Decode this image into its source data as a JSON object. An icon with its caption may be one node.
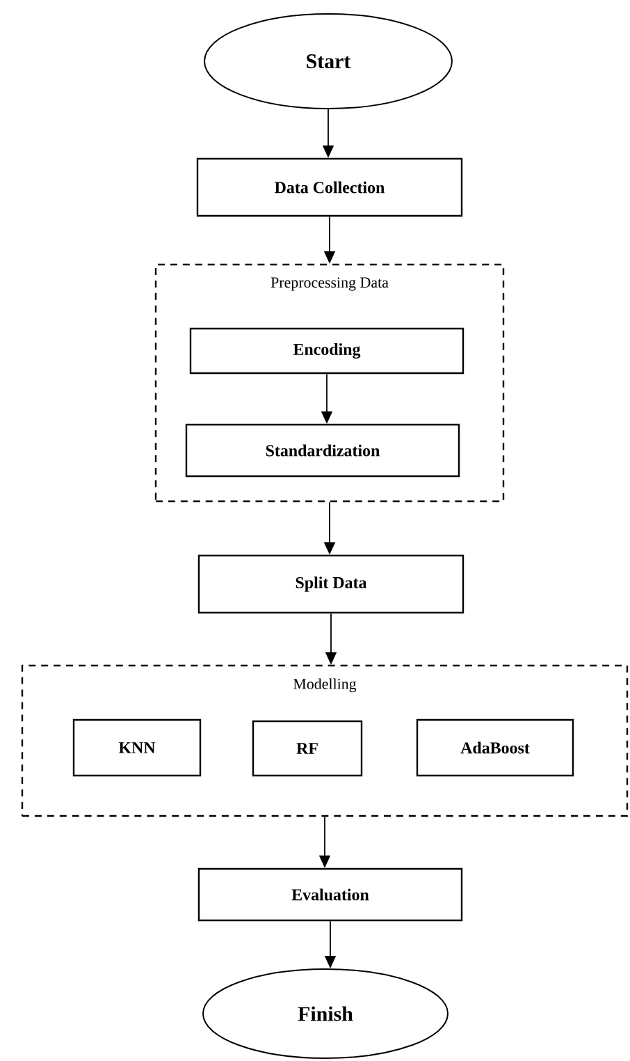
{
  "diagram": {
    "nodes": [
      {
        "text": [
          "Start"
        ]
      },
      {
        "text": [
          "Data Collection"
        ]
      },
      {
        "text": [
          "Preprocessing Data"
        ]
      },
      {
        "text": [
          "Encoding"
        ],
        "in": 2
      },
      {
        "text": [
          "Standardization"
        ],
        "in": 2
      },
      {
        "text": [
          "Split Data"
        ]
      },
      {
        "text": [
          "Modelling"
        ]
      },
      {
        "text": [
          "KNN"
        ],
        "in": 6
      },
      {
        "text": [
          "RF"
        ],
        "in": 6
      },
      {
        "text": [
          "AdaBoost"
        ],
        "in": 6
      },
      {
        "text": [
          "Evaluation"
        ]
      },
      {
        "text": [
          "Finish"
        ]
      }
    ],
    "edges": [
      {
        "from": 0,
        "to": 1,
        "arrow": "to"
      },
      {
        "from": 1,
        "to": 2,
        "arrow": "to"
      },
      {
        "from": 3,
        "to": 4,
        "arrow": "to"
      },
      {
        "from": 2,
        "to": 5,
        "arrow": "to"
      },
      {
        "from": 5,
        "to": 6,
        "arrow": "to"
      },
      {
        "from": 6,
        "to": 10,
        "arrow": "to"
      },
      {
        "from": 10,
        "to": 11,
        "arrow": "to"
      }
    ]
  }
}
